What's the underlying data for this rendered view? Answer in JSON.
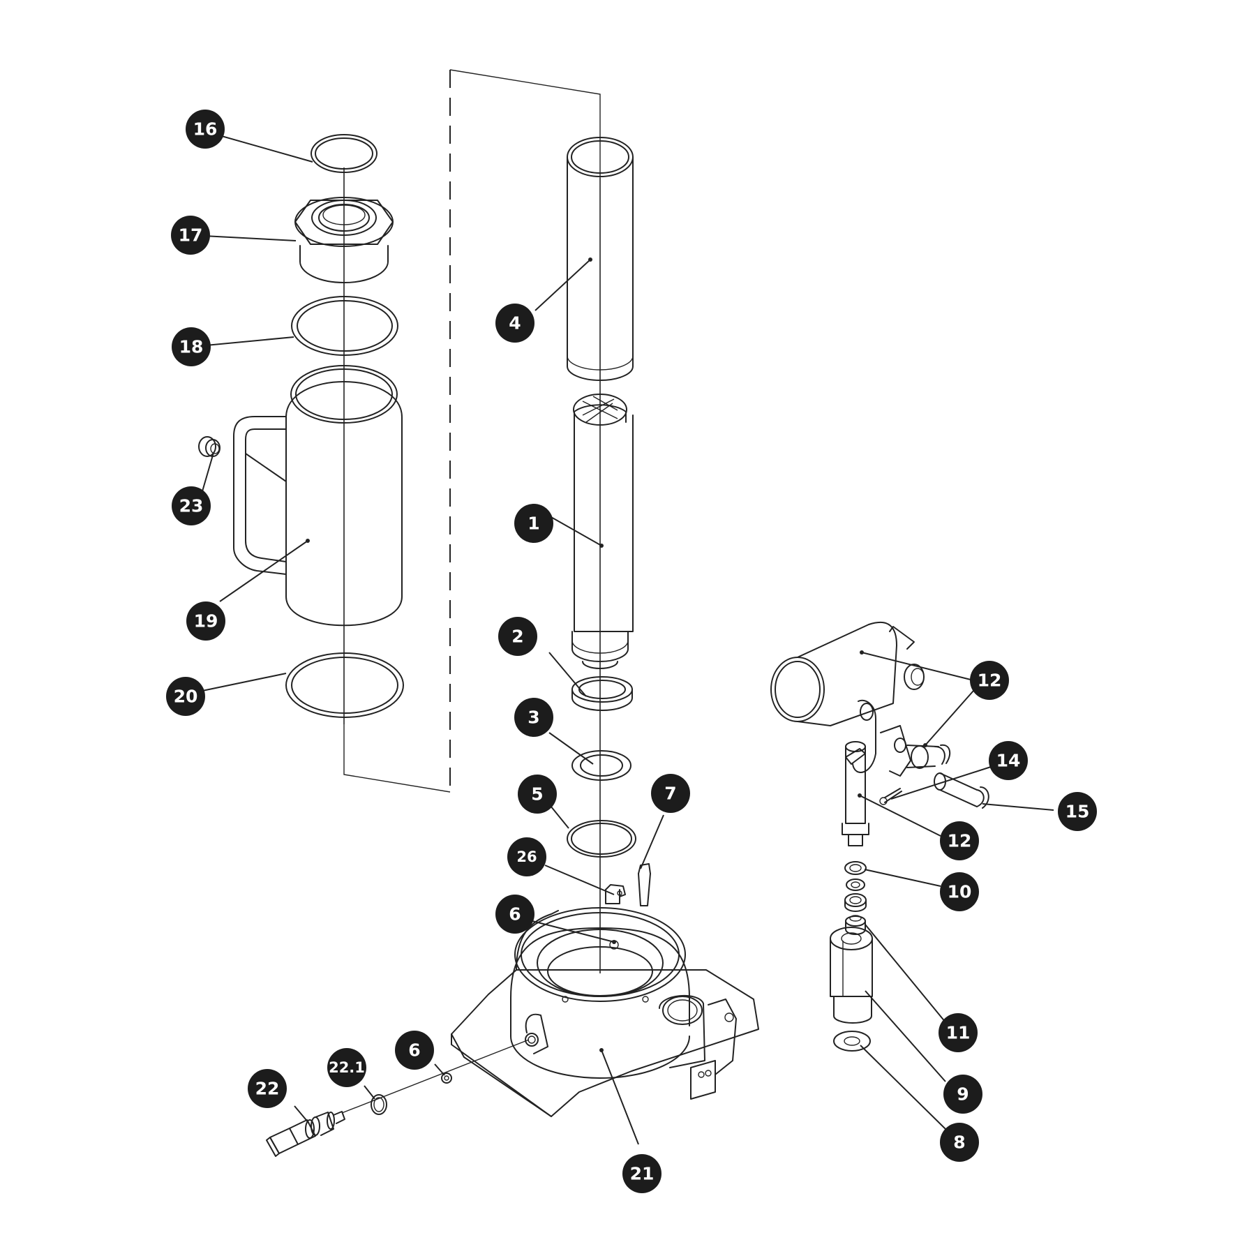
{
  "callouts": {
    "c16": "16",
    "c17": "17",
    "c18": "18",
    "c23": "23",
    "c19": "19",
    "c20": "20",
    "c4": "4",
    "c1": "1",
    "c2": "2",
    "c3": "3",
    "c5": "5",
    "c7": "7",
    "c26": "26",
    "c6a": "6",
    "c6b": "6",
    "c21": "21",
    "c22": "22",
    "c22_1": "22.1",
    "c12a": "12",
    "c12b": "12",
    "c14": "14",
    "c15": "15",
    "c10": "10",
    "c11": "11",
    "c9": "9",
    "c8": "8"
  },
  "colors": {
    "ink": "#222222",
    "badge": "#1c1c1c",
    "badge_text": "#ffffff",
    "background": "#ffffff"
  }
}
